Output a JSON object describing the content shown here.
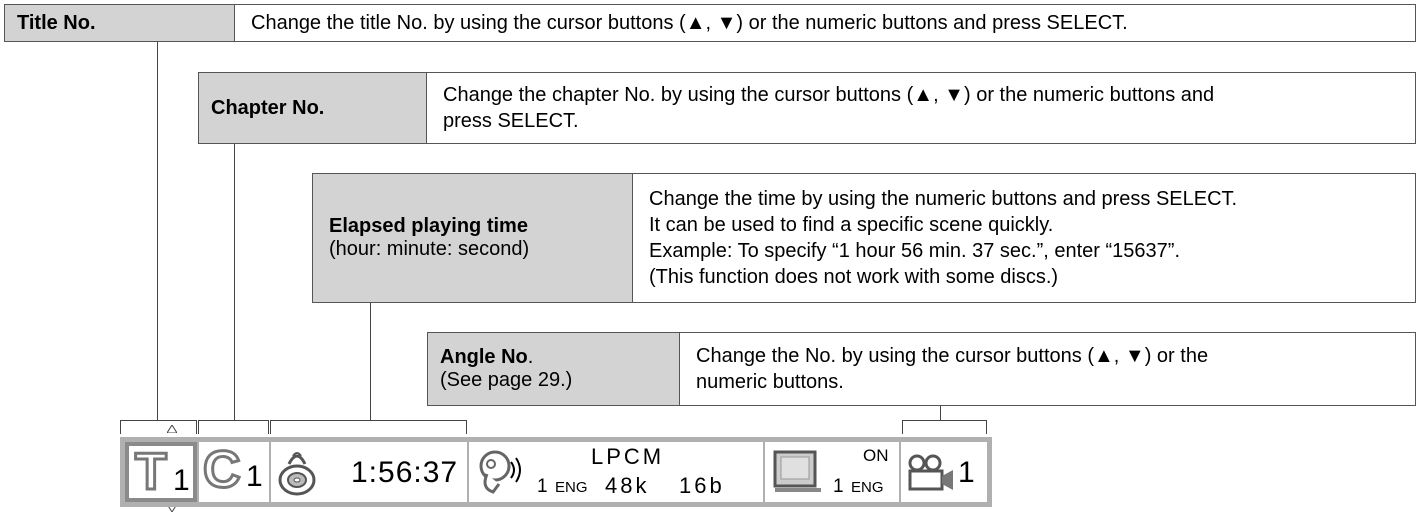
{
  "title_no": {
    "label": "Title No.",
    "desc": "Change the title No. by using the cursor buttons (▲, ▼) or the numeric buttons and press SELECT."
  },
  "chapter_no": {
    "label": "Chapter No.",
    "desc_lines": [
      "Change the chapter No. by using the cursor buttons (▲, ▼) or the numeric buttons and",
      "press SELECT."
    ]
  },
  "elapsed": {
    "label": "Elapsed playing time",
    "sublabel": "(hour:  minute:  second)",
    "desc_lines": [
      "Change the time by using the numeric buttons and press SELECT.",
      "It can be used to find a specific scene quickly.",
      "Example:  To specify “1 hour 56 min. 37 sec.”, enter “15637”.",
      "(This function does not work with some discs.)"
    ]
  },
  "angle_no": {
    "label": "Angle No",
    "label_suffix": ".",
    "sublabel": "(See page 29.)",
    "desc_lines": [
      "Change the No. by using the cursor buttons (▲, ▼) or the",
      "numeric buttons."
    ]
  },
  "osd": {
    "title_letter": "T",
    "title_value": "1",
    "chapter_letter": "C",
    "chapter_value": "1",
    "time_value": "1:56:37",
    "audio_format": "LPCM",
    "audio_track": "1",
    "audio_lang": "ENG",
    "audio_rate": "48k",
    "audio_bits": "16b",
    "subtitle_state": "ON",
    "subtitle_track": "1",
    "subtitle_lang": "ENG",
    "angle_value": "1"
  }
}
